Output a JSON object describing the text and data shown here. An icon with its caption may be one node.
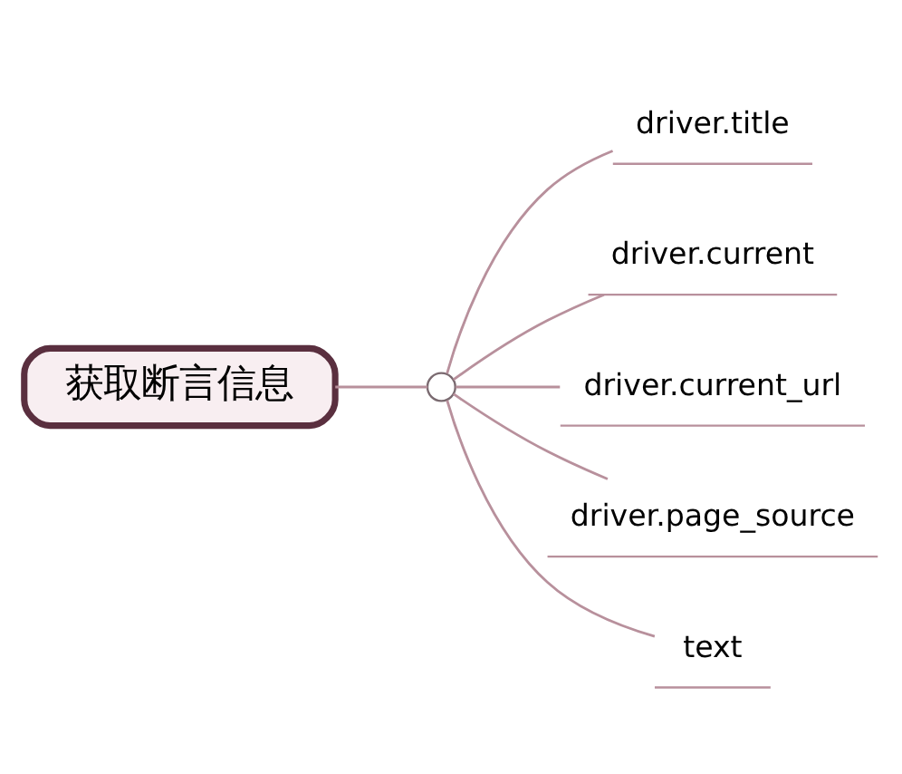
{
  "diagram": {
    "nodes": [
      {
        "text": [
          "获取断言信息"
        ]
      },
      {
        "text": [],
        "shape": "circle"
      },
      {
        "text": [
          "driver.title"
        ]
      },
      {
        "text": [
          "driver.current"
        ]
      },
      {
        "text": [
          "driver.current_url"
        ]
      },
      {
        "text": [
          "driver.page_source"
        ]
      },
      {
        "text": [
          "text"
        ]
      }
    ],
    "edges": [
      {
        "from": 0,
        "to": 1,
        "arrow": "none"
      },
      {
        "from": 1,
        "to": 2,
        "arrow": "none"
      },
      {
        "from": 1,
        "to": 3,
        "arrow": "none"
      },
      {
        "from": 1,
        "to": 4,
        "arrow": "none"
      },
      {
        "from": 1,
        "to": 5,
        "arrow": "none"
      },
      {
        "from": 1,
        "to": 6,
        "arrow": "none"
      }
    ]
  }
}
